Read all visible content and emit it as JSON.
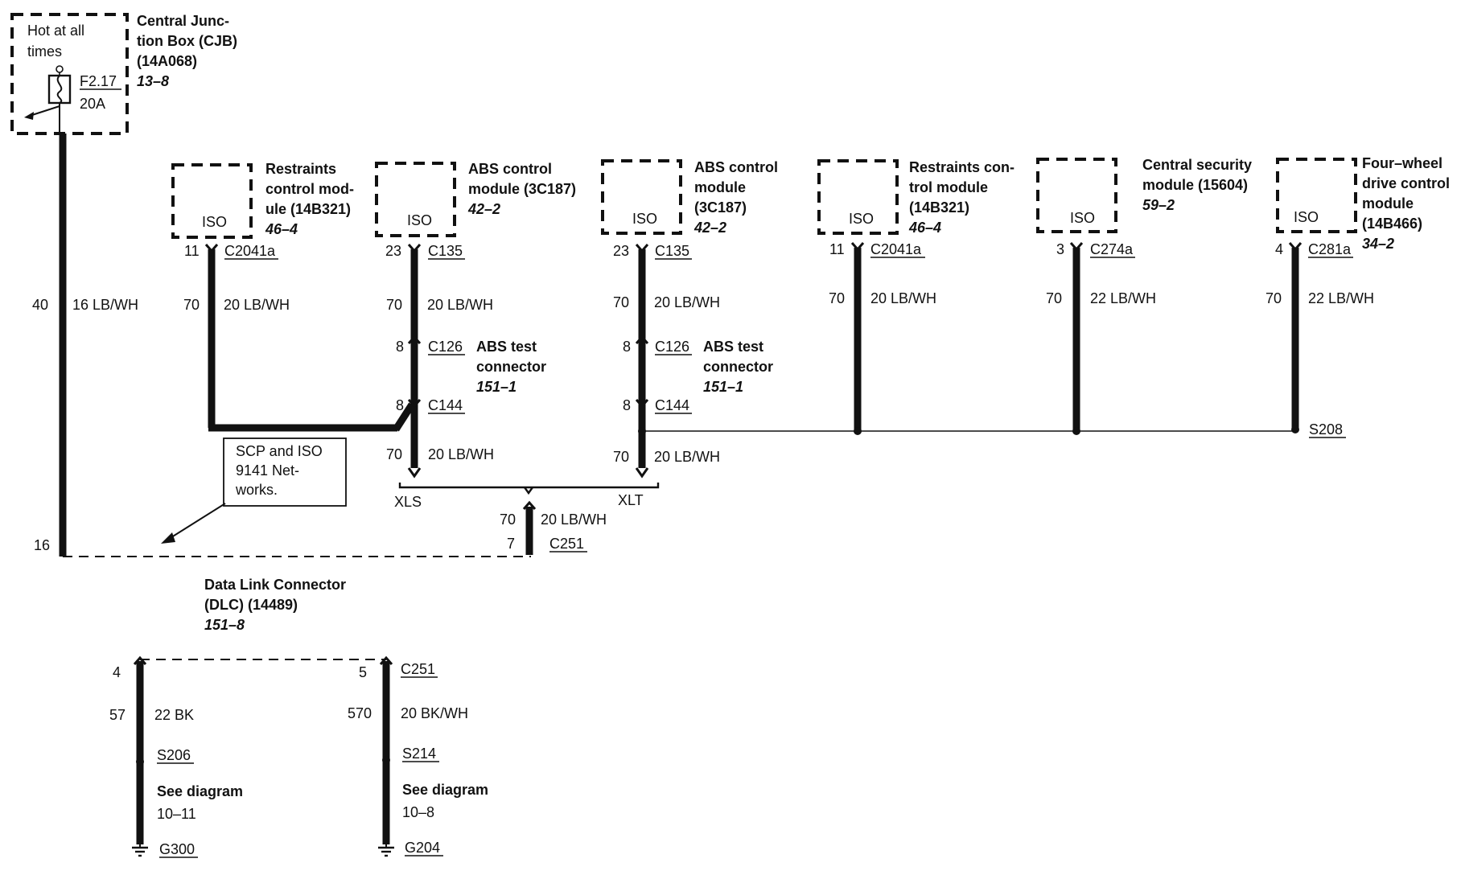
{
  "cjb": {
    "hot": [
      "Hot at all",
      "times"
    ],
    "fuse": "F2.17",
    "amps": "20A",
    "title": [
      "Central Junc-",
      "tion Box (CJB)",
      "(14A068)"
    ],
    "ref": "13–8"
  },
  "main_feed": {
    "circuit": "40",
    "wire": "16 LB/WH",
    "dlc_pin": "16"
  },
  "modules": [
    {
      "tag": "ISO",
      "name": [
        "Restraints",
        "control mod-",
        "ule (14B321)"
      ],
      "ref": "46–4",
      "pin": "11",
      "connector": "C2041a",
      "circuit": "70",
      "wire": "20 LB/WH"
    },
    {
      "tag": "ISO",
      "name": [
        "ABS control",
        "module (3C187)"
      ],
      "ref": "42–2",
      "pin": "23",
      "connector": "C135",
      "circuit": "70",
      "wire": "20 LB/WH"
    },
    {
      "tag": "ISO",
      "name": [
        "ABS control",
        "module",
        "(3C187)"
      ],
      "ref": "42–2",
      "pin": "23",
      "connector": "C135",
      "circuit": "70",
      "wire": "20 LB/WH"
    },
    {
      "tag": "ISO",
      "name": [
        "Restraints con-",
        "trol module",
        "(14B321)"
      ],
      "ref": "46–4",
      "pin": "11",
      "connector": "C2041a",
      "circuit": "70",
      "wire": "20 LB/WH"
    },
    {
      "tag": "ISO",
      "name": [
        "Central security",
        "module (15604)"
      ],
      "ref": "59–2",
      "pin": "3",
      "connector": "C274a",
      "circuit": "70",
      "wire": "22 LB/WH"
    },
    {
      "tag": "ISO",
      "name": [
        "Four–wheel",
        "drive control",
        "module",
        "(14B466)"
      ],
      "ref": "34–2",
      "pin": "4",
      "connector": "C281a",
      "circuit": "70",
      "wire": "22 LB/WH"
    }
  ],
  "abs_test": [
    {
      "pin": "8",
      "connector": "C126",
      "name": [
        "ABS test",
        "connector"
      ],
      "ref": "151–1",
      "c144_pin": "8",
      "c144": "C144",
      "circuit": "70",
      "wire": "20 LB/WH"
    },
    {
      "pin": "8",
      "connector": "C126",
      "name": [
        "ABS test",
        "connector"
      ],
      "ref": "151–1",
      "c144_pin": "8",
      "c144": "C144",
      "circuit": "70",
      "wire": "20 LB/WH"
    }
  ],
  "splice_s208": "S208",
  "variants": {
    "xls": "XLS",
    "xlt": "XLT"
  },
  "dlc_feed": {
    "circuit": "70",
    "wire": "20 LB/WH",
    "pin": "7",
    "connector": "C251"
  },
  "note": [
    "SCP and ISO",
    "9141 Net-",
    "works."
  ],
  "dlc": {
    "title": [
      "Data Link Connector",
      "(DLC) (14489)"
    ],
    "ref": "151–8"
  },
  "grounds": [
    {
      "pin": "4",
      "circuit": "57",
      "wire": "22 BK",
      "splice": "S206",
      "see": "See diagram",
      "diagram": "10–11",
      "ground": "G300",
      "connector": ""
    },
    {
      "pin": "5",
      "circuit": "570",
      "wire": "20 BK/WH",
      "splice": "S214",
      "see": "See diagram",
      "diagram": "10–8",
      "ground": "G204",
      "connector": "C251"
    }
  ]
}
